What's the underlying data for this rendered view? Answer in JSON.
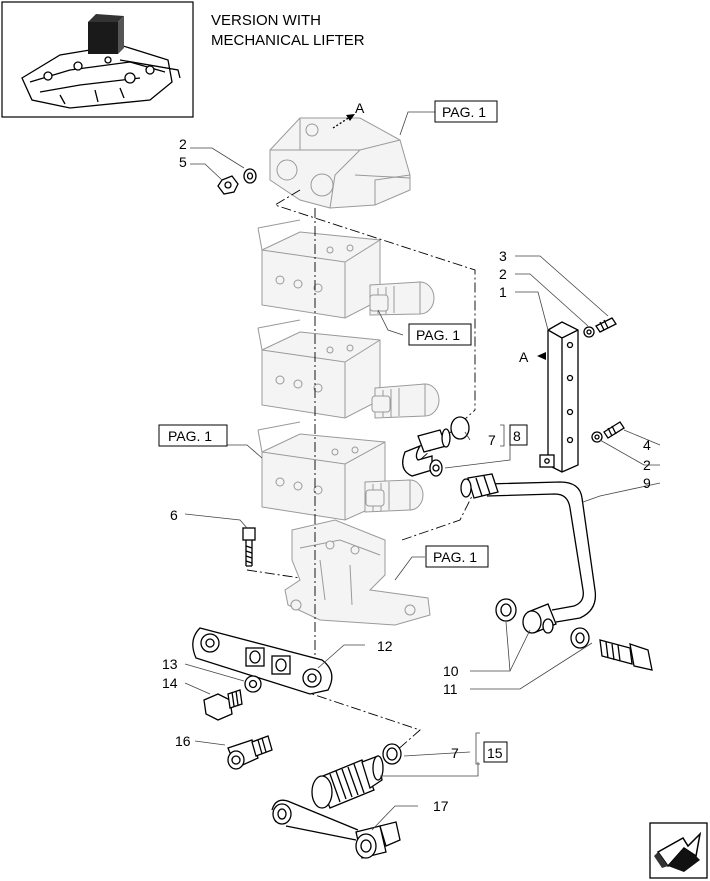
{
  "header": {
    "title_line1": "VERSION WITH",
    "title_line2": "MECHANICAL LIFTER"
  },
  "references": {
    "pag": "PAG. 1",
    "arrow_marker": "A"
  },
  "callouts": {
    "n1": "1",
    "n2": "2",
    "n3": "3",
    "n4": "4",
    "n5": "5",
    "n6": "6",
    "n7": "7",
    "n8": "8",
    "n9": "9",
    "n10": "10",
    "n11": "11",
    "n12": "12",
    "n13": "13",
    "n14": "14",
    "n15": "15",
    "n16": "16",
    "n17": "17"
  },
  "icons": {
    "thumbnail": "tractor-lift-assembly-thumbnail",
    "nav": "next-page-arrow-icon"
  }
}
